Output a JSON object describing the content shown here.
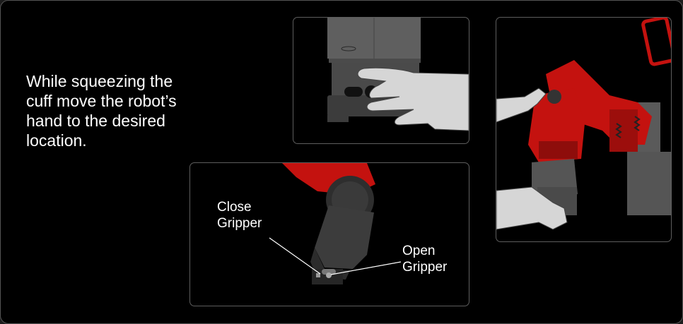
{
  "instruction": {
    "line1": "While squeezing the",
    "line2": "cuff move the robot’s",
    "line3": "hand to the desired",
    "line4": "location."
  },
  "gripper_panel": {
    "close_label_line1": "Close",
    "close_label_line2": "Gripper",
    "open_label_line1": "Open",
    "open_label_line2": "Gripper"
  },
  "colors": {
    "background": "#000000",
    "robot_red": "#c4120f",
    "robot_gray": "#5a5a5a",
    "hand": "#d6d6d6",
    "panel_border": "#5e5e5e"
  },
  "icons": [
    "robot-cuff-illustration",
    "robot-arm-illustration",
    "robot-gripper-illustration",
    "phone-device-icon"
  ]
}
